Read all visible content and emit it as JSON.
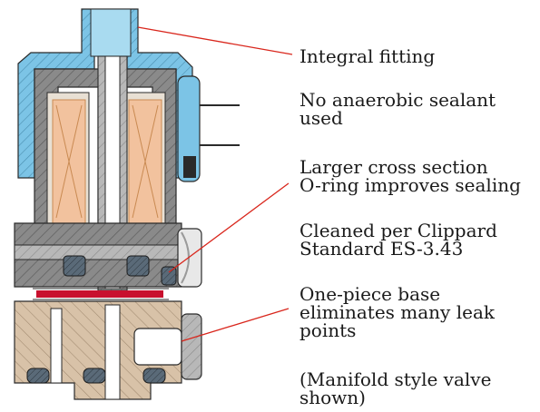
{
  "colors": {
    "steel": "#8a8a8a",
    "steel_light": "#b8b8b8",
    "blue": "#7cc4e6",
    "tan": "#d8c2a8",
    "coil": "#f2c29e",
    "coil_dark": "#c98a52",
    "seal": "#c8102e",
    "leader": "#d9261c",
    "oring": "#5a6a78",
    "ink": "#1a1a1a"
  },
  "callouts": [
    {
      "id": "fitting",
      "lines": [
        "Integral fitting"
      ]
    },
    {
      "id": "sealant",
      "lines": [
        "No anaerobic sealant",
        "used"
      ]
    },
    {
      "id": "oring",
      "lines": [
        "Larger cross section",
        "O-ring improves sealing"
      ]
    },
    {
      "id": "cleaned",
      "lines": [
        "Cleaned per Clippard",
        "Standard ES-3.43"
      ]
    },
    {
      "id": "base",
      "lines": [
        "One-piece base",
        "eliminates many leak",
        "points"
      ]
    },
    {
      "id": "manifold",
      "lines": [
        "(Manifold style valve",
        "shown)"
      ]
    }
  ]
}
